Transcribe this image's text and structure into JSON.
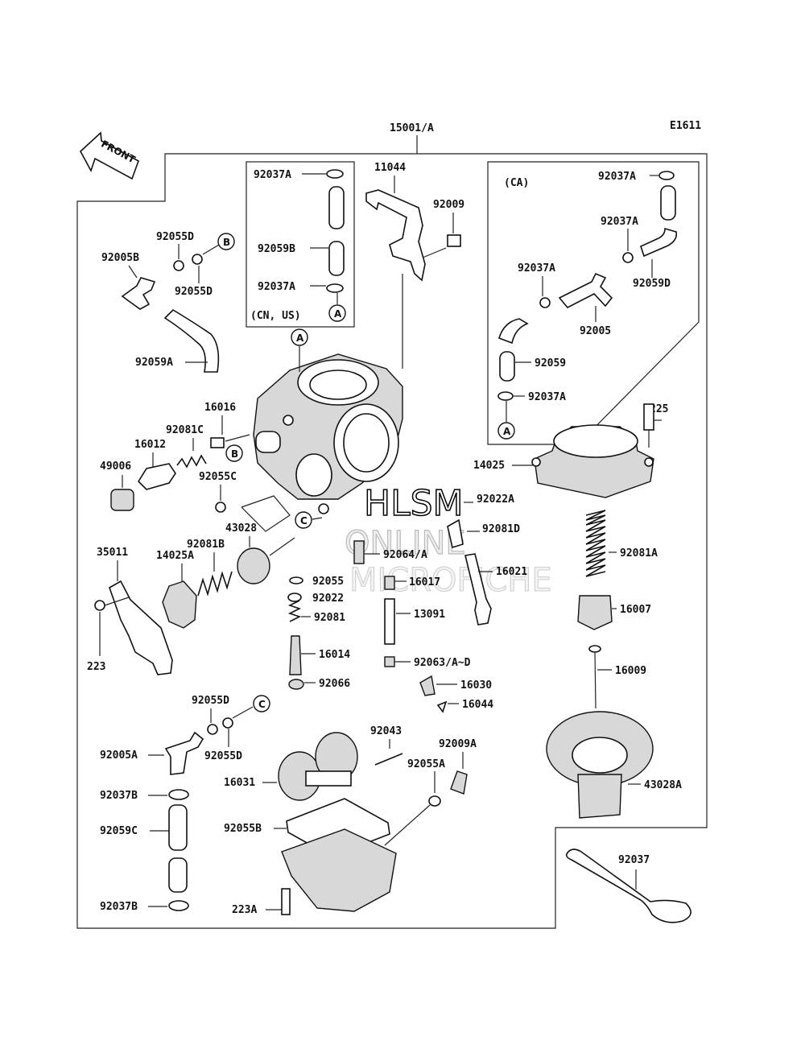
{
  "diagram_code": "E1611",
  "front_label": "FRONT",
  "main_assembly": "15001/A",
  "watermark": {
    "line1": "HLSM",
    "line2": "ONLINE",
    "line3": "MICROFICHE"
  },
  "boxes": {
    "cn_us": "(CN, US)",
    "ca": "(CA)"
  },
  "callouts": {
    "a": "A",
    "b": "B",
    "c": "C"
  },
  "parts": {
    "p11044": "11044",
    "p92009": "92009",
    "p92037A_cn1": "92037A",
    "p92059B": "92059B",
    "p92037A_cn2": "92037A",
    "p92037A_ca1": "92037A",
    "p92037A_ca2": "92037A",
    "p92059D": "92059D",
    "p92037A_ca3": "92037A",
    "p92005": "92005",
    "p92059": "92059",
    "p92037A_ca4": "92037A",
    "p225": "225",
    "p14025": "14025",
    "p92022A": "92022A",
    "p92081D": "92081D",
    "p92081A": "92081A",
    "p16021": "16021",
    "p16007": "16007",
    "p16009": "16009",
    "p43028A": "43028A",
    "p92037": "92037",
    "p92055D_1": "92055D",
    "p92005B": "92005B",
    "p92055D_2": "92055D",
    "p92059A": "92059A",
    "p16016": "16016",
    "p92081C": "92081C",
    "p16012": "16012",
    "p49006": "49006",
    "p92055C": "92055C",
    "p43028": "43028",
    "p35011": "35011",
    "p14025A": "14025A",
    "p92081B": "92081B",
    "p223": "223",
    "p92064A": "92064/A",
    "p92055": "92055",
    "p16017": "16017",
    "p92022": "92022",
    "p92081": "92081",
    "p13091": "13091",
    "p16014": "16014",
    "p92063": "92063/A~D",
    "p92066": "92066",
    "p16030": "16030",
    "p16044": "16044",
    "p92055D_3": "92055D",
    "p92055D_4": "92055D",
    "p92005A": "92005A",
    "p92043": "92043",
    "p92009A": "92009A",
    "p92055A": "92055A",
    "p16031": "16031",
    "p92037B_1": "92037B",
    "p92059C": "92059C",
    "p92055B": "92055B",
    "p92037B_2": "92037B",
    "p223A": "223A"
  }
}
